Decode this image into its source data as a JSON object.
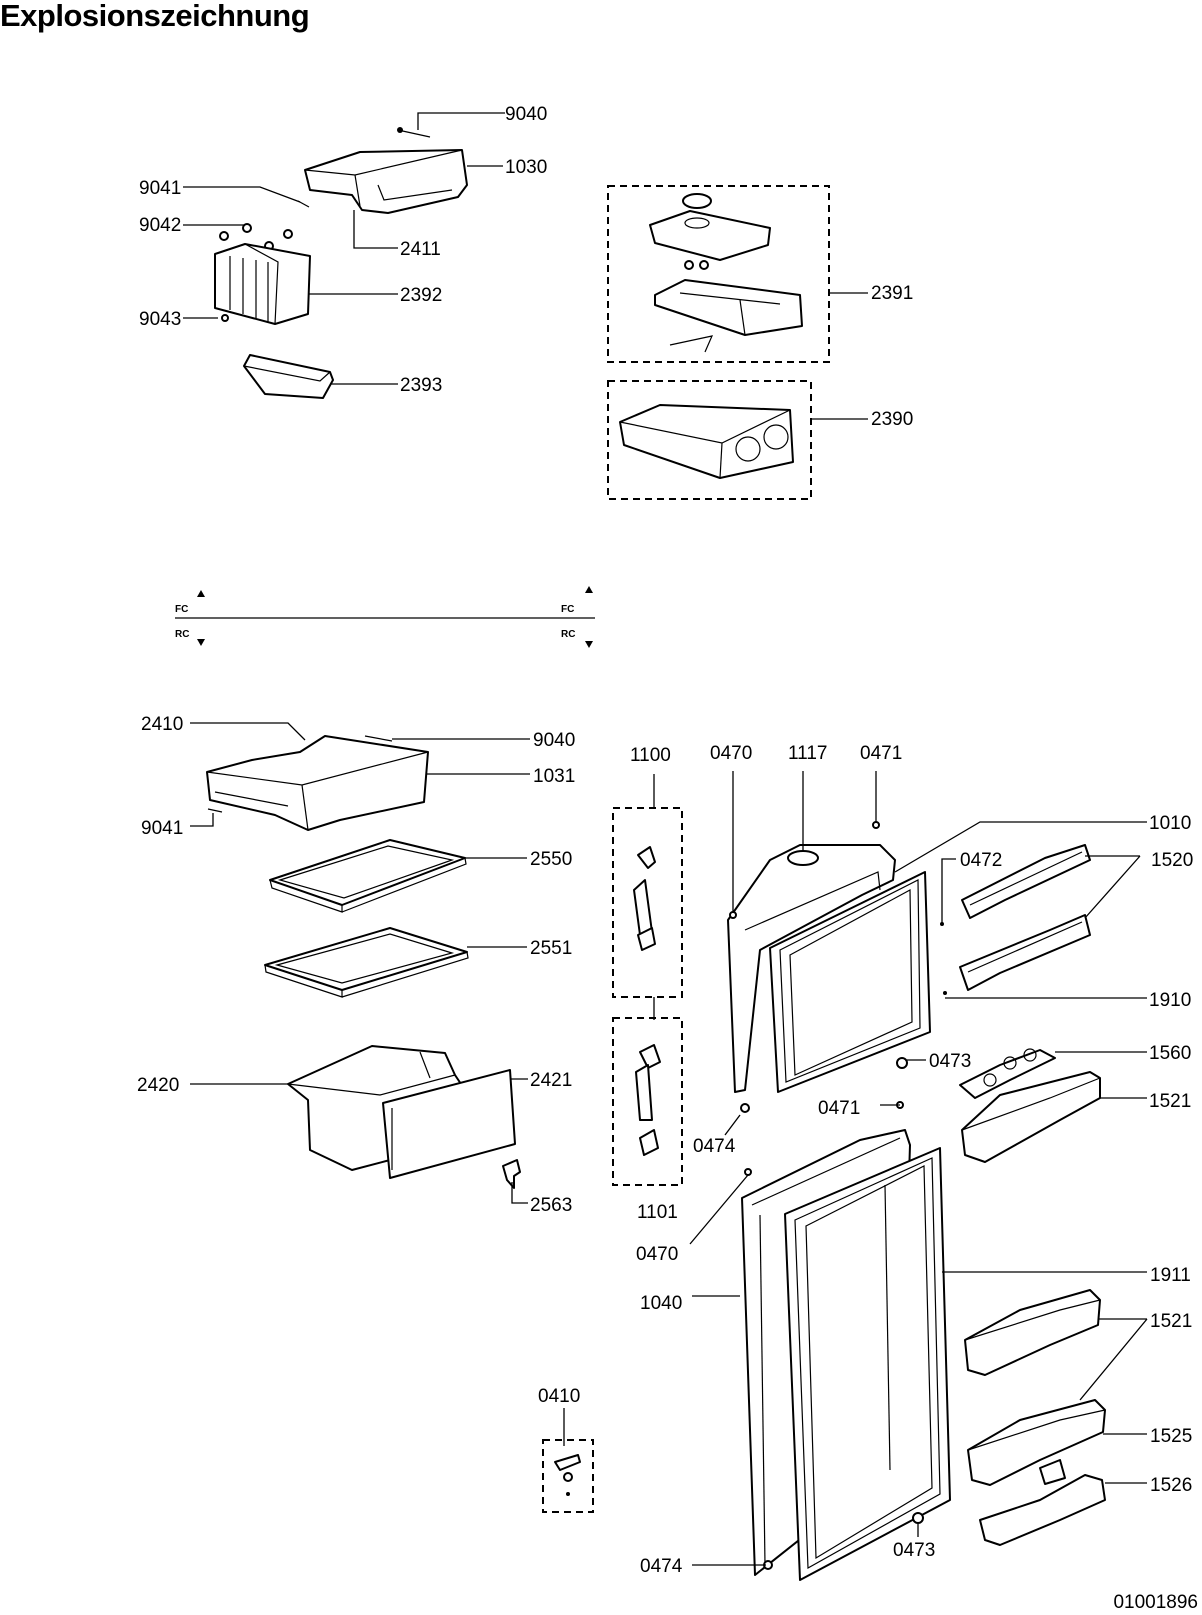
{
  "page": {
    "title": "Explosionszeichnung",
    "document_number": "01001896"
  },
  "zone_markers": {
    "upper": "FC",
    "lower": "RC"
  },
  "part_labels": {
    "p9040a": "9040",
    "p1030": "1030",
    "p9041a": "9041",
    "p9042": "9042",
    "p2411": "2411",
    "p2392": "2392",
    "p9043": "9043",
    "p2393": "2393",
    "p2391": "2391",
    "p2390": "2390",
    "p2410": "2410",
    "p9040b": "9040",
    "p1031": "1031",
    "p9041b": "9041",
    "p2550": "2550",
    "p2551": "2551",
    "p2420": "2420",
    "p2421": "2421",
    "p2563": "2563",
    "p0410": "0410",
    "p1100": "1100",
    "p1101": "1101",
    "p0470a": "0470",
    "p1117": "1117",
    "p0471a": "0471",
    "p1010": "1010",
    "p0472": "0472",
    "p1520": "1520",
    "p1910": "1910",
    "p0473a": "0473",
    "p1560": "1560",
    "p0471b": "0471",
    "p1521a": "1521",
    "p0474a": "0474",
    "p0470b": "0470",
    "p1040": "1040",
    "p1911": "1911",
    "p1521b": "1521",
    "p1525": "1525",
    "p1526": "1526",
    "p0474b": "0474",
    "p0473b": "0473"
  }
}
